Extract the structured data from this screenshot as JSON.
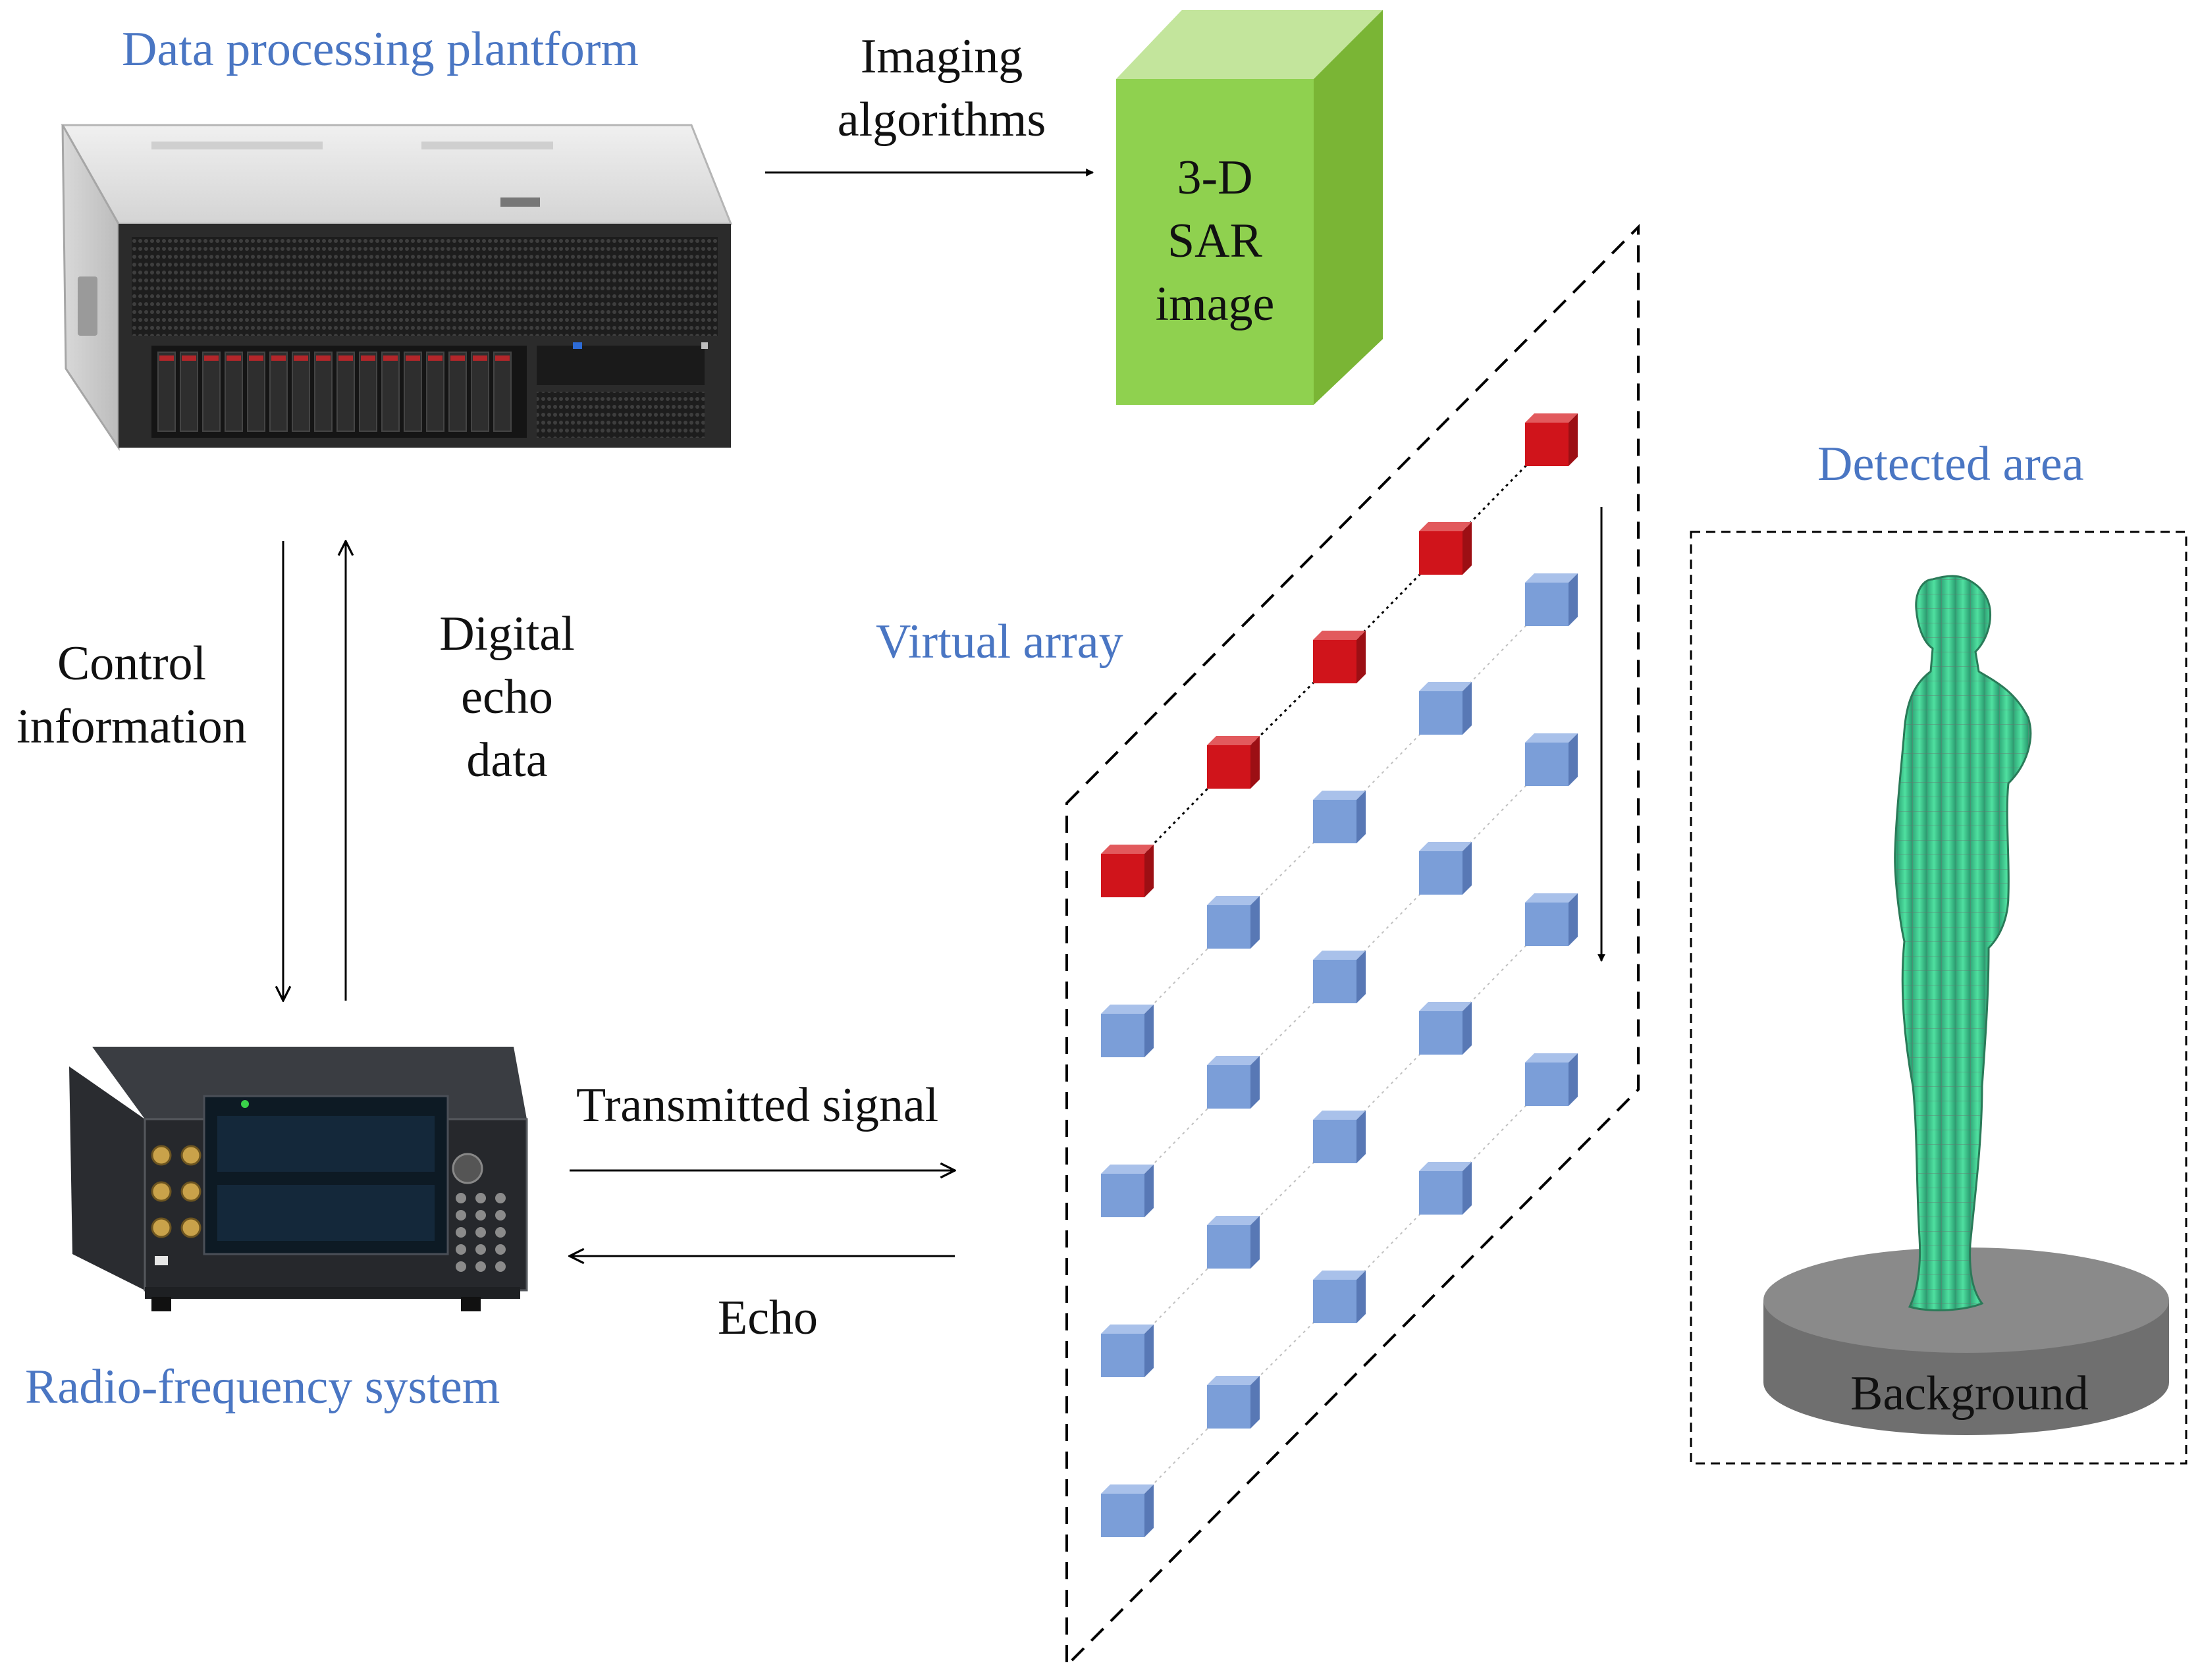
{
  "labels": {
    "data_platform": "Data processing plantform",
    "imaging": [
      "Imaging",
      "algorithms"
    ],
    "sar_image": [
      "3-D",
      "SAR",
      "image"
    ],
    "control_info": [
      "Control",
      "information"
    ],
    "digital_echo": [
      "Digital",
      "echo",
      "data"
    ],
    "virtual_array": "Virtual array",
    "detected_area": "Detected area",
    "transmitted_signal": "Transmitted signal",
    "echo": "Echo",
    "rf_system": "Radio-frequency system",
    "background": "Background"
  },
  "colors": {
    "blue_text": "#4a76c3",
    "cube_front_green": "#8fd14f",
    "cube_top_green": "#c3e59c",
    "cube_side_green": "#7ab535",
    "active_element": "#d0141b",
    "array_element": "#7b9ed8",
    "server_body": "#2a2a2a",
    "platform": "#7f7f7f",
    "figure": "#3fc990"
  },
  "icons": {
    "server": "server-icon",
    "rf_instrument": "rf-instrument-icon",
    "human_model": "human-model-icon"
  }
}
